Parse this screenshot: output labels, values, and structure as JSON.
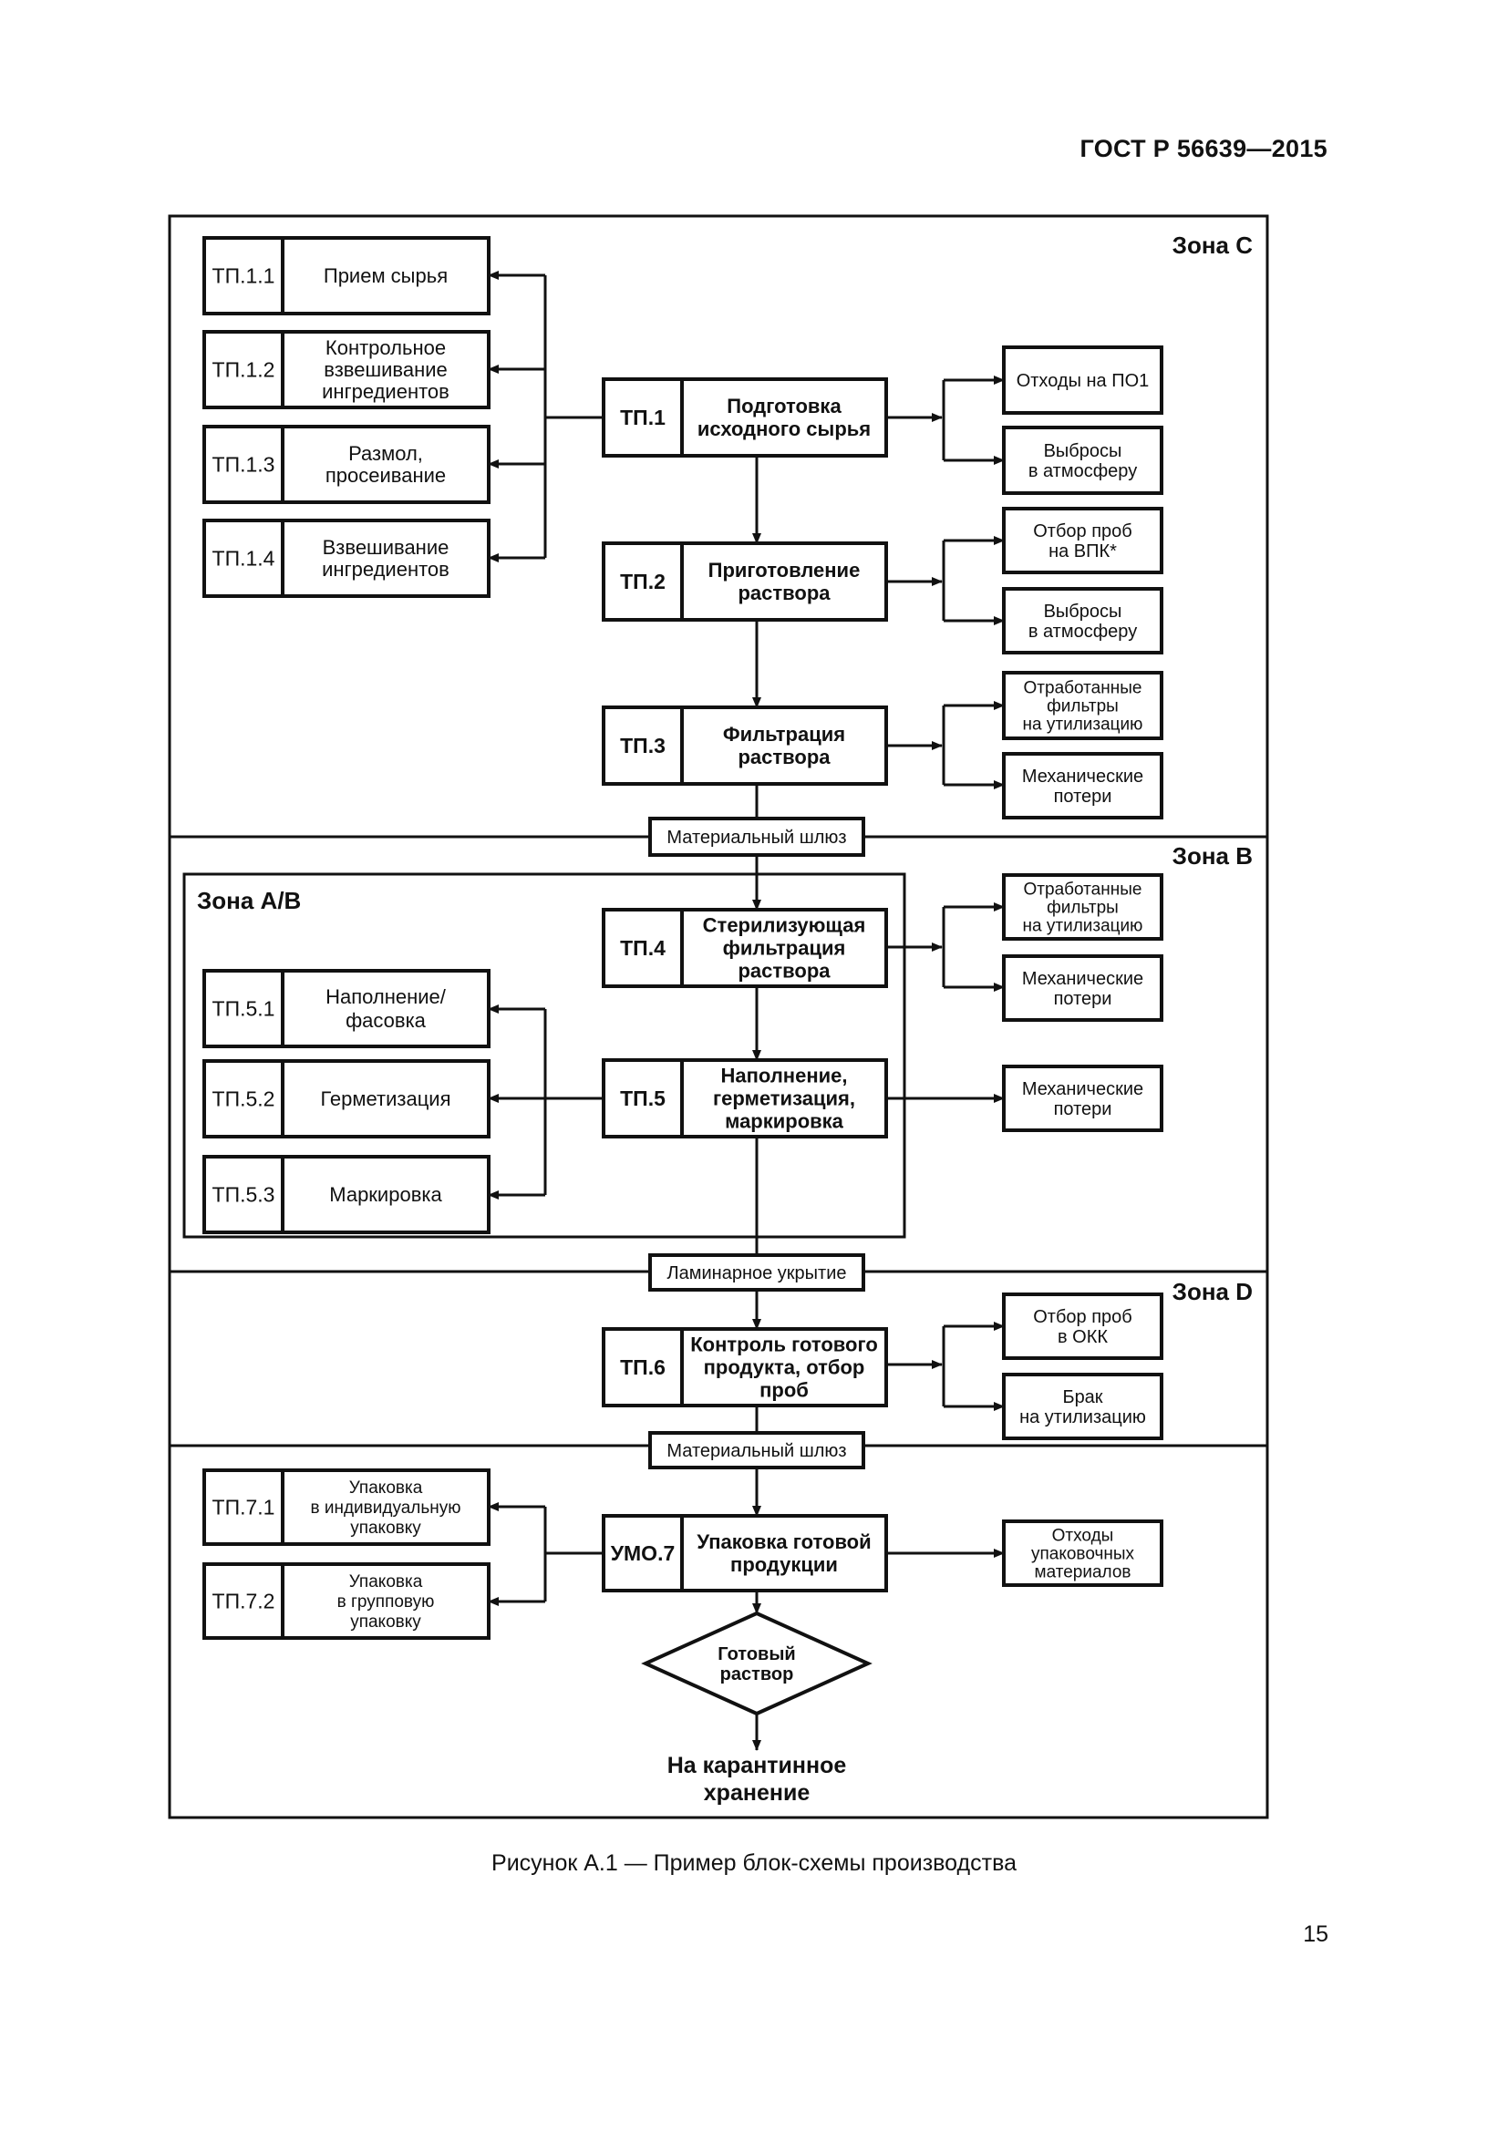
{
  "page": {
    "header": "ГОСТ Р 56639—2015",
    "caption": "Рисунок А.1 — Пример блок-схемы производства",
    "page_number": "15"
  },
  "zones": {
    "c": "Зона C",
    "b": "Зона B",
    "ab": "Зона A/B",
    "d": "Зона D"
  },
  "gateways": {
    "g1": "Материальный шлюз",
    "g2": "Ламинарное укрытие",
    "g3": "Материальный шлюз"
  },
  "steps": {
    "tp1": {
      "code": "ТП.1",
      "lines": [
        "Подготовка",
        "исходного сырья"
      ]
    },
    "tp2": {
      "code": "ТП.2",
      "lines": [
        "Приготовление",
        "раствора"
      ]
    },
    "tp3": {
      "code": "ТП.3",
      "lines": [
        "Фильтрация",
        "раствора"
      ]
    },
    "tp4": {
      "code": "ТП.4",
      "lines": [
        "Стерилизующая",
        "фильтрация",
        "раствора"
      ]
    },
    "tp5": {
      "code": "ТП.5",
      "lines": [
        "Наполнение,",
        "герметизация,",
        "маркировка"
      ]
    },
    "tp6": {
      "code": "ТП.6",
      "lines": [
        "Контроль готового",
        "продукта, отбор",
        "проб"
      ]
    },
    "umo7": {
      "code": "УМО.7",
      "lines": [
        "Упаковка готовой",
        "продукции"
      ]
    }
  },
  "substeps": {
    "tp11": {
      "code": "ТП.1.1",
      "lines": [
        "Прием сырья"
      ]
    },
    "tp12": {
      "code": "ТП.1.2",
      "lines": [
        "Контрольное",
        "взвешивание",
        "ингредиентов"
      ]
    },
    "tp13": {
      "code": "ТП.1.3",
      "lines": [
        "Размол,",
        "просеивание"
      ]
    },
    "tp14": {
      "code": "ТП.1.4",
      "lines": [
        "Взвешивание",
        "ингредиентов"
      ]
    },
    "tp51": {
      "code": "ТП.5.1",
      "lines": [
        "Наполнение/",
        "фасовка"
      ]
    },
    "tp52": {
      "code": "ТП.5.2",
      "lines": [
        "Герметизация"
      ]
    },
    "tp53": {
      "code": "ТП.5.3",
      "lines": [
        "Маркировка"
      ]
    },
    "tp71": {
      "code": "ТП.7.1",
      "lines": [
        "Упаковка",
        "в индивидуальную",
        "упаковку"
      ]
    },
    "tp72": {
      "code": "ТП.7.2",
      "lines": [
        "Упаковка",
        "в групповую",
        "упаковку"
      ]
    }
  },
  "outputs": {
    "o1": [
      "Отходы на ПО1"
    ],
    "o2": [
      "Выбросы",
      "в атмосферу"
    ],
    "o3": [
      "Отбор проб",
      "на ВПК*"
    ],
    "o4": [
      "Выбросы",
      "в атмосферу"
    ],
    "o5": [
      "Отработанные",
      "фильтры",
      "на утилизацию"
    ],
    "o6": [
      "Механические",
      "потери"
    ],
    "o7": [
      "Отработанные",
      "фильтры",
      "на утилизацию"
    ],
    "o8": [
      "Механические",
      "потери"
    ],
    "o9": [
      "Механические",
      "потери"
    ],
    "o10": [
      "Отбор проб",
      "в ОКК"
    ],
    "o11": [
      "Брак",
      "на утилизацию"
    ],
    "o12": [
      "Отходы",
      "упаковочных",
      "материалов"
    ]
  },
  "final": {
    "diamond": [
      "Готовый",
      "раствор"
    ],
    "destination": [
      "На карантинное",
      "хранение"
    ]
  }
}
